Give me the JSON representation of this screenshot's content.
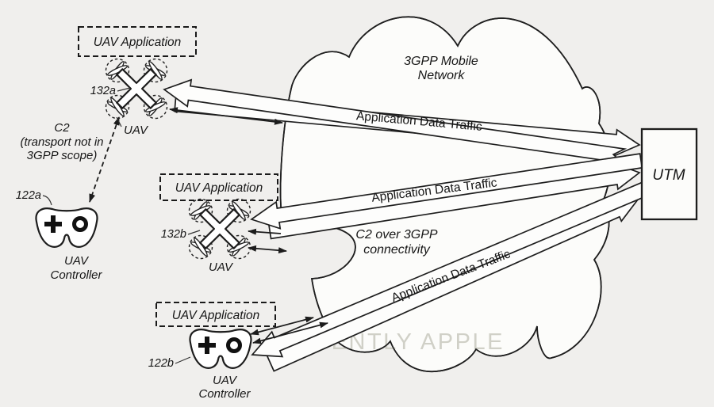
{
  "figure": {
    "watermark": "PATENTLY APPLE",
    "network_cloud": {
      "name_line1": "3GPP Mobile",
      "name_line2": "Network",
      "c2_line1": "C2 over 3GPP",
      "c2_line2": "connectivity"
    },
    "utm_box": {
      "label": "UTM"
    },
    "traffic_labels": [
      "Application Data Traffic",
      "Application Data Traffic",
      "Application Data Traffic"
    ],
    "app_boxes": [
      "UAV Application",
      "UAV Application",
      "UAV Application"
    ],
    "uav1": {
      "ref": "132a",
      "label": "UAV"
    },
    "uav2": {
      "ref": "132b",
      "label": "UAV"
    },
    "controller1": {
      "ref": "122a",
      "label1": "UAV",
      "label2": "Controller"
    },
    "controller2": {
      "ref": "122b",
      "label1": "UAV",
      "label2": "Controller"
    },
    "c2_transport": {
      "line1": "C2",
      "line2": "(transport not in",
      "line3": "3GPP scope)"
    },
    "colors": {
      "background": "#f0efed",
      "cloud_fill": "#fcfcfa",
      "line": "#1e1e1e",
      "watermark": "#ccccc2"
    }
  }
}
